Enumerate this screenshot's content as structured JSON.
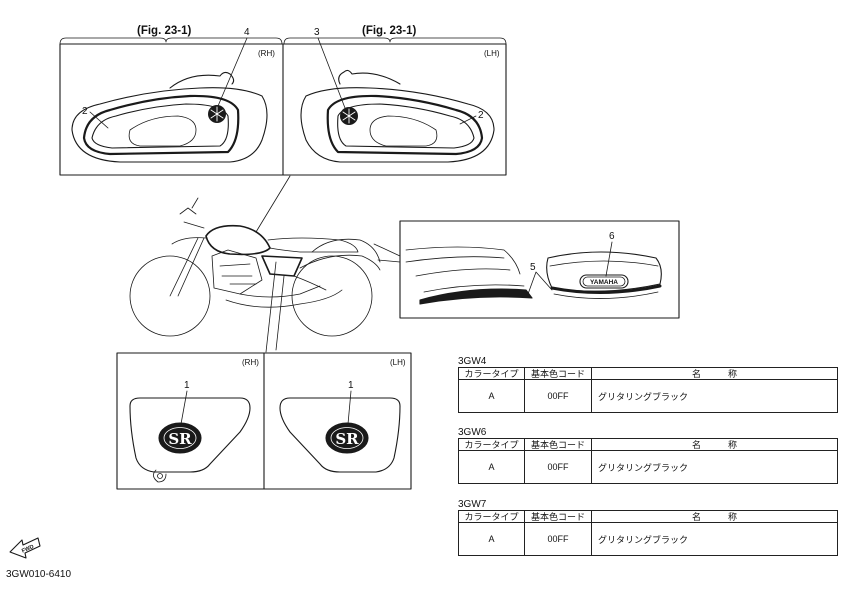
{
  "figure": {
    "fig_ref_left": "(Fig. 23-1)",
    "fig_ref_right": "(Fig. 23-1)",
    "side_rh": "(RH)",
    "side_lh": "(LH)",
    "callouts": [
      "1",
      "2",
      "3",
      "4",
      "5",
      "6"
    ],
    "tank_logo_text": "SR",
    "brand_text": "YAMAHA",
    "fwd_label": "FWD",
    "drawing_code": "3GW010-6410"
  },
  "color_tables": [
    {
      "model": "3GW4",
      "headers": [
        "カラータイプ",
        "基本色コード",
        "名　　　称"
      ],
      "rows": [
        [
          "A",
          "00FF",
          "グリタリングブラック"
        ]
      ]
    },
    {
      "model": "3GW6",
      "headers": [
        "カラータイプ",
        "基本色コード",
        "名　　　称"
      ],
      "rows": [
        [
          "A",
          "00FF",
          "グリタリングブラック"
        ]
      ]
    },
    {
      "model": "3GW7",
      "headers": [
        "カラータイプ",
        "基本色コード",
        "名　　　称"
      ],
      "rows": [
        [
          "A",
          "00FF",
          "グリタリングブラック"
        ]
      ]
    }
  ]
}
